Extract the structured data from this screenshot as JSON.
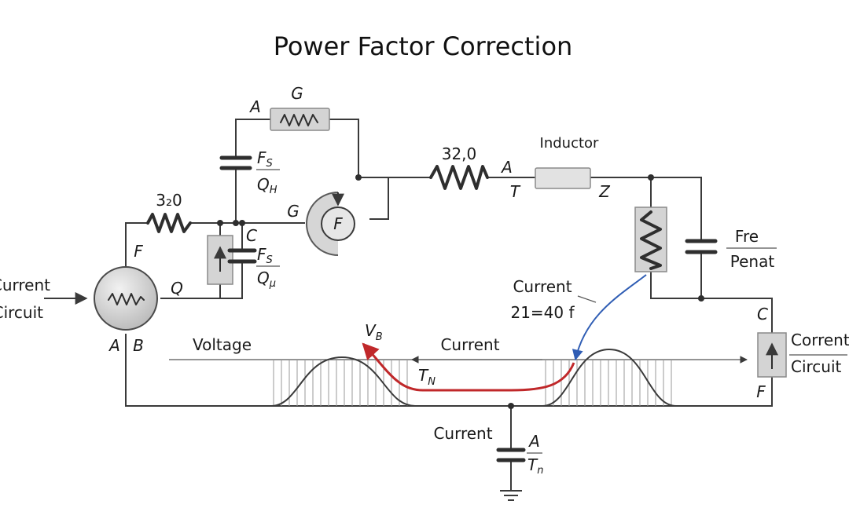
{
  "title": "Power Factor Correction",
  "colors": {
    "wire": "#3a3a3a",
    "component_fill": "#d4d4d4",
    "red_arrow": "#c0282a",
    "blue_arrow": "#2f5db4"
  },
  "labels": {
    "top_resistor_name": "G",
    "node_a_top": "A",
    "cap_top_num": "F",
    "cap_top_num_sub": "S",
    "cap_top_den": "Q",
    "cap_top_den_sub": "H",
    "left_resistor_value": "3₂0",
    "node_f_left": "F",
    "node_c_mid": "C",
    "node_g_mid": "G",
    "cap_mid_num": "F",
    "cap_mid_num_sub": "S",
    "cap_mid_den": "Q",
    "cap_mid_den_sub": "μ",
    "meter_letter": "F",
    "source_q": "Q",
    "source_input_line1": "Current",
    "source_input_line2": "Circuit",
    "node_a_bottom": "A",
    "node_b_bottom": "B",
    "series_resistor_value": "32,0",
    "node_a_inductor": "A",
    "node_t_inductor": "T",
    "inductor_label": "Inductor",
    "node_z": "Z",
    "right_cap_num": "Fre",
    "right_cap_den": "Penat",
    "node_c_right": "C",
    "right_source_line1": "Corrent",
    "right_source_line2": "Circuit",
    "node_f_right": "F",
    "current_note_line1": "Current",
    "current_note_line2": "21=40 f",
    "voltage_label": "Voltage",
    "current_arrow_label": "Current",
    "vb_label": "V",
    "vb_sub": "B",
    "tn_label": "T",
    "tn_sub": "N",
    "bottom_current_label": "Current",
    "bottom_cap_num": "A",
    "bottom_cap_den": "T",
    "bottom_cap_den_sub": "n"
  }
}
